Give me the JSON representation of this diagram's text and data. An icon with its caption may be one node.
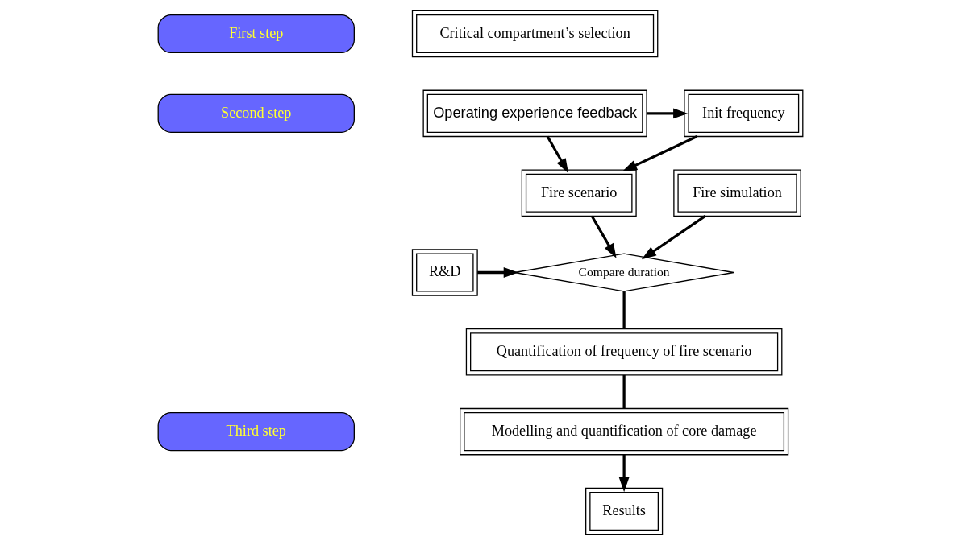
{
  "diagram": {
    "nodes": [
      {
        "text": [
          "First step"
        ]
      },
      {
        "text": [
          "Critical compartment’s selection"
        ]
      },
      {
        "text": [
          "Second step"
        ]
      },
      {
        "text": [
          "Operating experience feedback"
        ]
      },
      {
        "text": [
          "Init frequency"
        ]
      },
      {
        "text": [
          "Fire scenario"
        ]
      },
      {
        "text": [
          "Compare duration"
        ]
      },
      {
        "text": [
          "Fire simulation"
        ]
      },
      {
        "text": [
          "R&D"
        ]
      },
      {
        "text": [
          "Quantification of frequency of fire scenario"
        ]
      },
      {
        "text": [
          "Third step"
        ]
      },
      {
        "text": [
          "Modelling and quantification of core damage"
        ]
      },
      {
        "text": [
          "Results"
        ]
      }
    ],
    "edges": [
      {
        "from": 3,
        "to": 4,
        "arrow": "to"
      },
      {
        "from": 3,
        "to": 5,
        "arrow": "to"
      },
      {
        "from": 4,
        "to": 5,
        "arrow": "to"
      },
      {
        "from": 5,
        "to": 6,
        "arrow": "to"
      },
      {
        "from": 7,
        "to": 6,
        "arrow": "to"
      },
      {
        "from": 8,
        "to": 6,
        "arrow": "to"
      },
      {
        "from": 6,
        "to": 9,
        "arrow": "none"
      },
      {
        "from": 9,
        "to": 11,
        "arrow": "none"
      },
      {
        "from": 11,
        "to": 12,
        "arrow": "to"
      }
    ]
  }
}
